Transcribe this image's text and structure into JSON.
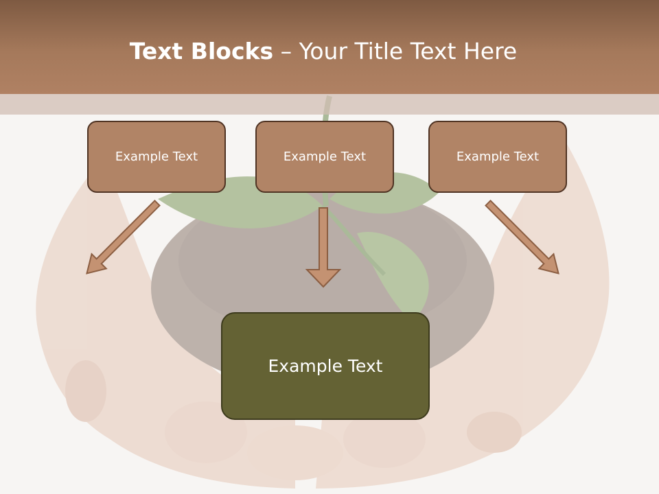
{
  "slide": {
    "title_bold": "Text Blocks",
    "title_dash": " – ",
    "title_rest": "Your Title Text Here"
  },
  "blocks": {
    "top": [
      {
        "label": "Example Text"
      },
      {
        "label": "Example Text"
      },
      {
        "label": "Example Text"
      }
    ],
    "center": {
      "label": "Example Text"
    }
  },
  "colors": {
    "header": "#a5795b",
    "top_box_fill": "#b18466",
    "center_box_fill": "#646234",
    "arrow_fill": "#c49272"
  }
}
